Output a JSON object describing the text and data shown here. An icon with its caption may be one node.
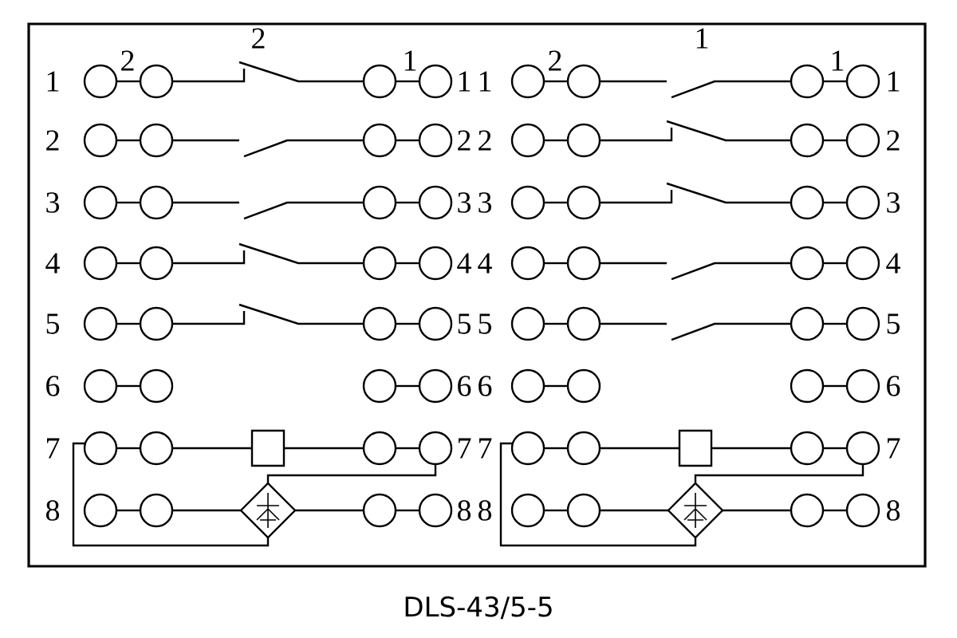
{
  "diagram": {
    "caption": "DLS-43/5-5",
    "labels": [
      "2",
      "1",
      "2",
      "1",
      "2",
      "1",
      "1",
      "1",
      "1",
      "1",
      "2",
      "2",
      "2",
      "2",
      "3",
      "3",
      "3",
      "3",
      "4",
      "4",
      "4",
      "4",
      "5",
      "5",
      "5",
      "5",
      "6",
      "6",
      "6",
      "6",
      "7",
      "7",
      "7",
      "7",
      "8",
      "8",
      "8",
      "8"
    ]
  }
}
